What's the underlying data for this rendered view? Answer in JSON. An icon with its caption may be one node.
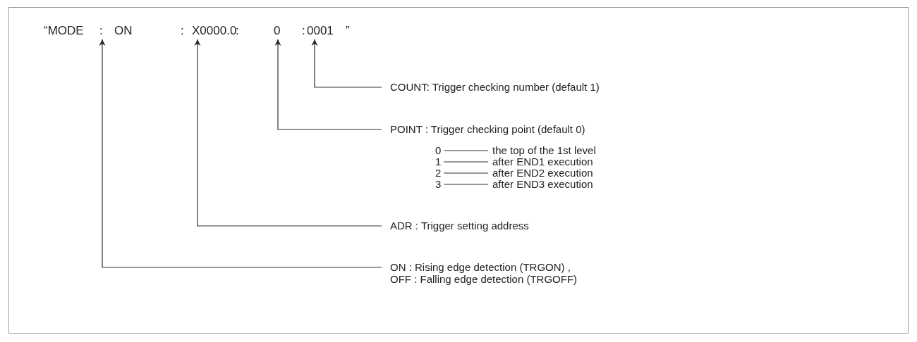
{
  "diagram": {
    "nodes": [
      {
        "text": [
          "“MODE"
        ]
      },
      {
        "text": [
          ":"
        ]
      },
      {
        "text": [
          "ON"
        ]
      },
      {
        "text": [
          ":"
        ]
      },
      {
        "text": [
          "X0000.0"
        ]
      },
      {
        "text": [
          ":"
        ]
      },
      {
        "text": [
          "0"
        ]
      },
      {
        "text": [
          ":"
        ]
      },
      {
        "text": [
          "0001"
        ]
      },
      {
        "text": [
          "”"
        ]
      },
      {
        "text": [
          "COUNT:  Trigger checking number (default 1)"
        ]
      },
      {
        "text": [
          "POINT  :  Trigger checking point (default 0)"
        ]
      },
      {
        "text": [
          "0"
        ]
      },
      {
        "text": [
          "the top of the 1st level"
        ]
      },
      {
        "text": [
          "1"
        ]
      },
      {
        "text": [
          "after END1 execution"
        ]
      },
      {
        "text": [
          "2"
        ]
      },
      {
        "text": [
          "after END2 execution"
        ]
      },
      {
        "text": [
          "3"
        ]
      },
      {
        "text": [
          "after END3 execution"
        ]
      },
      {
        "text": [
          "ADR  :  Trigger setting address"
        ]
      },
      {
        "text": [
          "ON  :  Rising edge detection (TRGON) ,",
          "OFF  :  Falling edge detection (TRGOFF)"
        ]
      }
    ],
    "edges": [
      {
        "from": 10,
        "to": 8,
        "arrow": "to"
      },
      {
        "from": 11,
        "to": 6,
        "arrow": "to"
      },
      {
        "from": 12,
        "to": 13,
        "arrow": "none"
      },
      {
        "from": 14,
        "to": 15,
        "arrow": "none"
      },
      {
        "from": 16,
        "to": 17,
        "arrow": "none"
      },
      {
        "from": 18,
        "to": 19,
        "arrow": "none"
      },
      {
        "from": 20,
        "to": 4,
        "arrow": "to"
      },
      {
        "from": 21,
        "to": 1,
        "arrow": "to"
      }
    ]
  }
}
